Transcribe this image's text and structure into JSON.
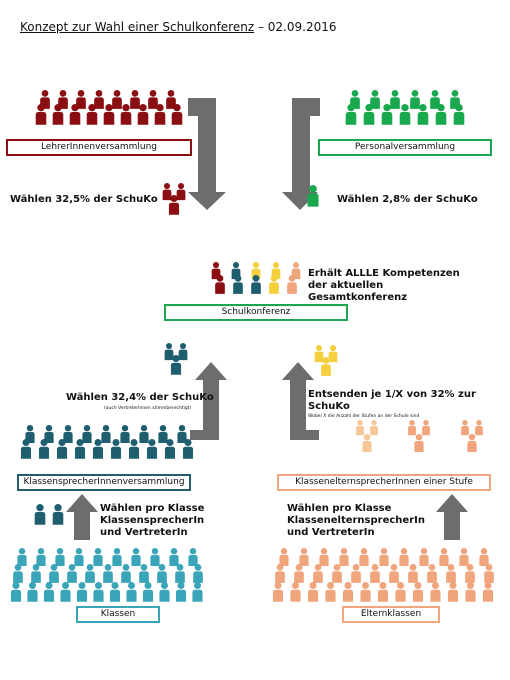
{
  "title": {
    "main": "Konzept zur Wahl einer Schulkonferenz",
    "date": " – 02.09.2016"
  },
  "boxes": {
    "lehrer": "LehrerInnenversammlung",
    "personal": "Personalversammlung",
    "schulkonferenz": "Schulkonferenz",
    "klassensprecher": "KlassensprecherInnenversammlung",
    "elternsprecher": "KlassenelternsprecherInnen einer Stufe",
    "klassen": "Klassen",
    "elternklassen": "Elternklassen"
  },
  "labels": {
    "lehrer_share": "Wählen 32,5% der SchuKo",
    "personal_share": "Wählen 2,8% der SchuKo",
    "kompetenz": "Erhält ALLLE Kompetenzen der aktuellen Gesamtkonferenz",
    "schueler_share": "Wählen 32,4% der SchuKo",
    "schueler_note": "(auch VertreterInnen stimmberechtigt)",
    "eltern_share": "Entsenden je 1/X von 32% zur SchuKo",
    "eltern_note": "Wobei X die Anzahl der Stufen an der Schule sind",
    "klassen_action": "Wählen pro Klasse KlassensprecherIn und VertreterIn",
    "eltern_action": "Wählen pro Klasse KlassenelternsprecherIn und VertreterIn"
  },
  "colors": {
    "teacher": "#8b0e12",
    "staff": "#1aa84f",
    "student_rep": "#1f5e6e",
    "student": "#3aa5b8",
    "parent": "#f0a57c",
    "parent_rep": "#f7c79a",
    "council_yellow": "#f4d03f",
    "arrow": "#6d6d6d"
  }
}
